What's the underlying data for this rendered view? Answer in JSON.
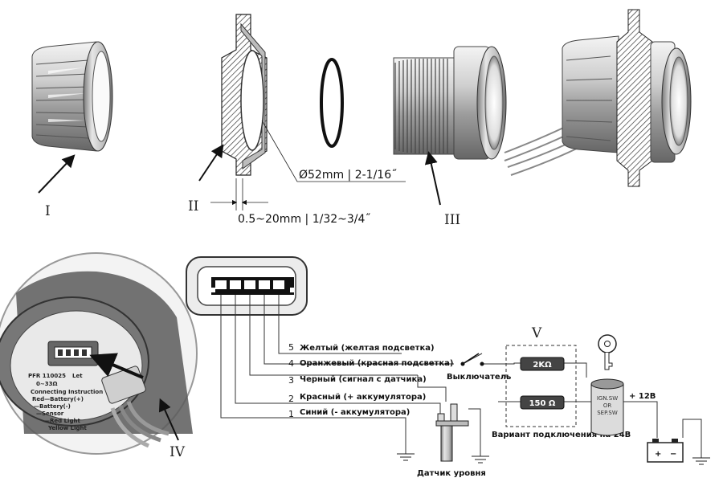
{
  "roman": {
    "i": "I",
    "ii": "II",
    "iii": "III",
    "iv": "IV",
    "v": "V"
  },
  "dims": {
    "diameter": "Ø52mm | 2-1/16˝",
    "thickness": "0.5~20mm | 1/32~3/4˝"
  },
  "wires": [
    {
      "num": "5",
      "label": "Желтый (желтая подсветка)"
    },
    {
      "num": "4",
      "label": "Оранжевый (красная подсветка)"
    },
    {
      "num": "3",
      "label": "Черный (сигнал с датчика)"
    },
    {
      "num": "2",
      "label": "Красный (+ аккумулятора)"
    },
    {
      "num": "1",
      "label": "Синий (- аккумулятора)"
    }
  ],
  "switch_label": "Выключатель",
  "resistor_2k": "2KΩ",
  "resistor_150": "150 Ω",
  "variant_24v": "Вариант подключения на 24В",
  "ignition": {
    "line1": "IGN.SW",
    "line2": "OR",
    "line3": "SEP.SW"
  },
  "plus12": "+ 12B",
  "battery": {
    "plus": "+",
    "minus": "−"
  },
  "sensor_label": "Датчик уровня",
  "closeup": {
    "l1": "PFR 110025",
    "l2": "0~33Ω",
    "l3": "Connecting Instruction",
    "l4": "Red—Battery(+)",
    "l5": "—Battery(-)",
    "l6": "—Sensor",
    "l7": "—Red Light",
    "l8": "Yellow Light",
    "l9": "Let"
  }
}
